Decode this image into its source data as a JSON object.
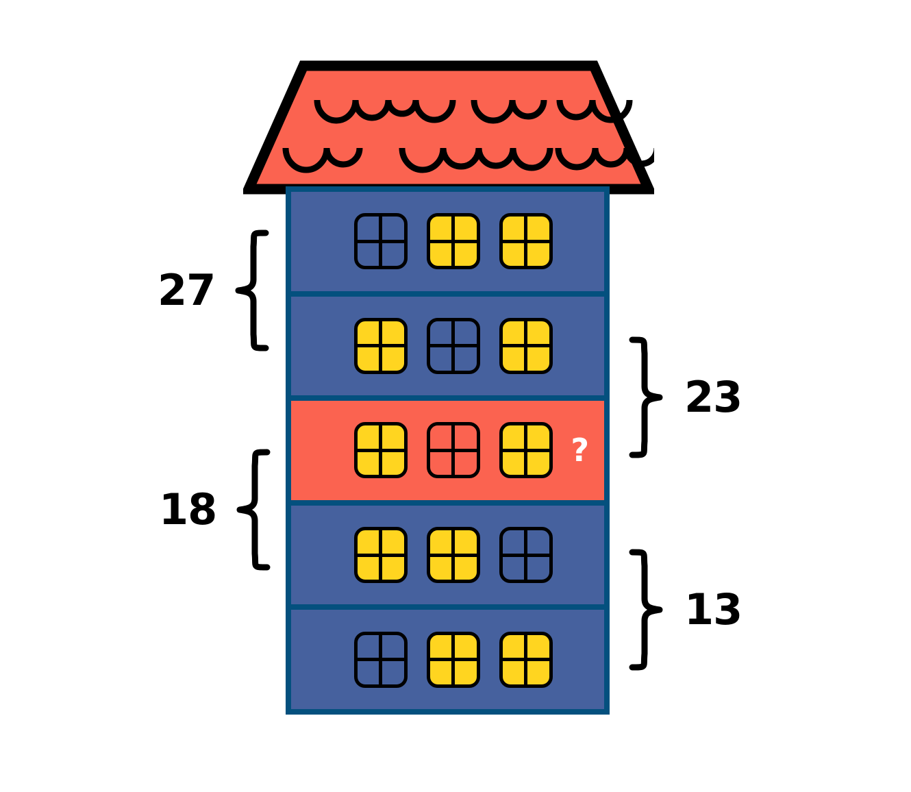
{
  "figure": {
    "type": "house-windows-puzzle",
    "title": "Apartment building window puzzle",
    "colors": {
      "roof": "#FB6350",
      "wall": "#46619E",
      "wall_border": "#04507E",
      "window_lit": "#FFD520",
      "window_outline": "#000000",
      "highlight_floor": "#FB6350",
      "label_text": "#000000",
      "question_mark": "#FFFFFF"
    }
  },
  "house": {
    "roof": {
      "name": "roof",
      "tile_rows": 2
    },
    "floors": [
      {
        "index": 1,
        "position": "top",
        "highlighted": false,
        "windows": [
          {
            "state": "dark"
          },
          {
            "state": "lit"
          },
          {
            "state": "lit"
          }
        ],
        "lit_count": 2
      },
      {
        "index": 2,
        "position": "second",
        "highlighted": false,
        "windows": [
          {
            "state": "lit"
          },
          {
            "state": "dark"
          },
          {
            "state": "lit"
          }
        ],
        "lit_count": 2
      },
      {
        "index": 3,
        "position": "middle",
        "highlighted": true,
        "windows": [
          {
            "state": "lit"
          },
          {
            "state": "dark"
          },
          {
            "state": "lit"
          }
        ],
        "lit_count": 2,
        "marker": "?"
      },
      {
        "index": 4,
        "position": "fourth",
        "highlighted": false,
        "windows": [
          {
            "state": "lit"
          },
          {
            "state": "lit"
          },
          {
            "state": "dark"
          }
        ],
        "lit_count": 2
      },
      {
        "index": 5,
        "position": "bottom",
        "highlighted": false,
        "windows": [
          {
            "state": "dark"
          },
          {
            "state": "lit"
          },
          {
            "state": "lit"
          }
        ],
        "lit_count": 2
      }
    ]
  },
  "annotations": {
    "question_mark": "?",
    "braces": [
      {
        "id": "brace-27",
        "side": "left",
        "label": "27",
        "spans_floors": [
          1,
          2
        ]
      },
      {
        "id": "brace-18",
        "side": "left",
        "label": "18",
        "spans_floors": [
          3,
          4
        ]
      },
      {
        "id": "brace-23",
        "side": "right",
        "label": "23",
        "spans_floors": [
          2,
          3
        ]
      },
      {
        "id": "brace-13",
        "side": "right",
        "label": "13",
        "spans_floors": [
          4,
          5
        ]
      }
    ]
  }
}
